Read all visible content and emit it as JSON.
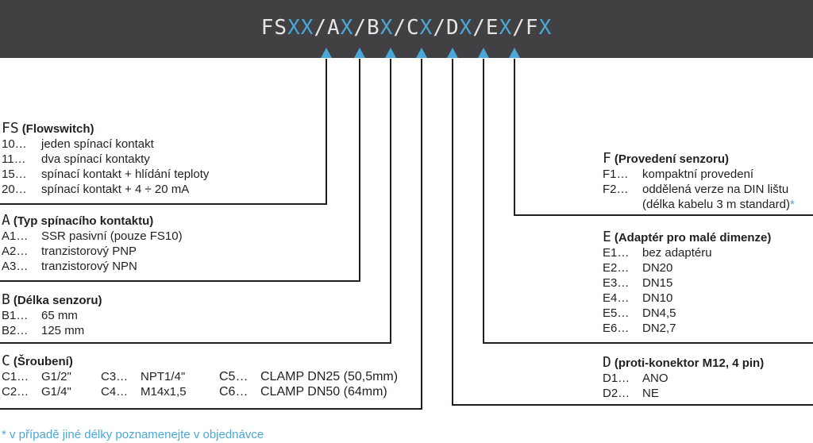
{
  "header": {
    "parts": [
      {
        "fix": "FS",
        "var": "XX"
      },
      {
        "fix": "/A",
        "var": "X"
      },
      {
        "fix": "/B",
        "var": "X"
      },
      {
        "fix": "/C",
        "var": "X"
      },
      {
        "fix": "/D",
        "var": "X"
      },
      {
        "fix": "/E",
        "var": "X"
      },
      {
        "fix": "/F",
        "var": "X"
      }
    ]
  },
  "colors": {
    "banner": "#414042",
    "accent": "#4aa8d8",
    "text": "#231f20",
    "line": "#231f20"
  },
  "sections": {
    "fs": {
      "letter": "FS",
      "name": "(Flowswitch)",
      "rows": [
        {
          "code": "10…",
          "desc": "jeden spínací kontakt"
        },
        {
          "code": "11…",
          "desc": "dva spínací kontakty"
        },
        {
          "code": "15…",
          "desc": "spínací kontakt + hlídání teploty"
        },
        {
          "code": "20…",
          "desc": "spínací kontakt + 4 ÷ 20 mA"
        }
      ]
    },
    "a": {
      "letter": "A",
      "name": "(Typ spínacího kontaktu)",
      "rows": [
        {
          "code": "A1…",
          "desc": "SSR pasivní (pouze FS10)"
        },
        {
          "code": "A2…",
          "desc": "tranzistorový PNP"
        },
        {
          "code": "A3…",
          "desc": "tranzistorový NPN"
        }
      ]
    },
    "b": {
      "letter": "B",
      "name": "(Délka senzoru)",
      "rows": [
        {
          "code": "B1…",
          "desc": "65 mm"
        },
        {
          "code": "B2…",
          "desc": "125 mm"
        }
      ]
    },
    "c": {
      "letter": "C",
      "name": "(Šroubení)",
      "rows": [
        [
          {
            "code": "C1…",
            "desc": "G1/2\""
          },
          {
            "code": "C3…",
            "desc": "NPT1/4\""
          },
          {
            "code": "C5…",
            "desc": "CLAMP DN25 (50,5mm)"
          }
        ],
        [
          {
            "code": "C2…",
            "desc": "G1/4\""
          },
          {
            "code": "C4…",
            "desc": "M14x1,5"
          },
          {
            "code": "C6…",
            "desc": "CLAMP DN50 (64mm)"
          }
        ]
      ]
    },
    "f": {
      "letter": "F",
      "name": "(Provedení senzoru)",
      "rows": [
        {
          "code": "F1…",
          "desc": "kompaktní provedení"
        },
        {
          "code": "F2…",
          "desc": "oddělená verze na DIN lištu"
        },
        {
          "code": "",
          "desc": "(délka kabelu 3 m standard)"
        }
      ],
      "star": "*"
    },
    "e": {
      "letter": "E",
      "name": "(Adaptér pro malé dimenze)",
      "rows": [
        {
          "code": "E1…",
          "desc": "bez adaptéru"
        },
        {
          "code": "E2…",
          "desc": "DN20"
        },
        {
          "code": "E3…",
          "desc": "DN15"
        },
        {
          "code": "E4…",
          "desc": "DN10"
        },
        {
          "code": "E5…",
          "desc": "DN4,5"
        },
        {
          "code": "E6…",
          "desc": "DN2,7"
        }
      ]
    },
    "d": {
      "letter": "D",
      "name": "(proti-konektor M12, 4 pin)",
      "rows": [
        {
          "code": "D1…",
          "desc": "ANO"
        },
        {
          "code": "D2…",
          "desc": "NE"
        }
      ]
    }
  },
  "footnote": "* v případě jiné délky poznamenejte v objednávce"
}
